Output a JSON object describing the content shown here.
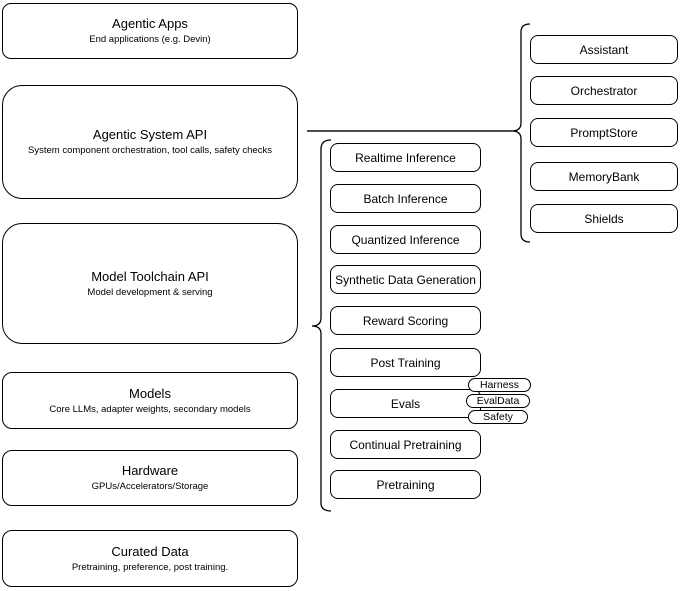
{
  "colors": {
    "stroke": "#000000",
    "connector": "#4d4d4d",
    "background": "#ffffff",
    "text": "#000000"
  },
  "left_stack": {
    "boxes": [
      {
        "title": "Agentic Apps",
        "subtitle": "End applications (e.g. Devin)"
      },
      {
        "title": "Agentic System API",
        "subtitle": "System component orchestration, tool calls, safety checks"
      },
      {
        "title": "Model Toolchain API",
        "subtitle": "Model development & serving"
      },
      {
        "title": "Models",
        "subtitle": "Core LLMs, adapter weights, secondary models"
      },
      {
        "title": "Hardware",
        "subtitle": "GPUs/Accelerators/Storage"
      },
      {
        "title": "Curated Data",
        "subtitle": "Pretraining, preference, post training."
      }
    ]
  },
  "toolchain_components": {
    "items": [
      "Realtime Inference",
      "Batch Inference",
      "Quantized Inference",
      "Synthetic Data Generation",
      "Reward Scoring",
      "Post Training",
      "Evals",
      "Continual Pretraining",
      "Pretraining"
    ]
  },
  "eval_tags": {
    "items": [
      "Harness",
      "EvalData",
      "Safety"
    ]
  },
  "system_components": {
    "items": [
      "Assistant",
      "Orchestrator",
      "PromptStore",
      "MemoryBank",
      "Shields"
    ]
  }
}
